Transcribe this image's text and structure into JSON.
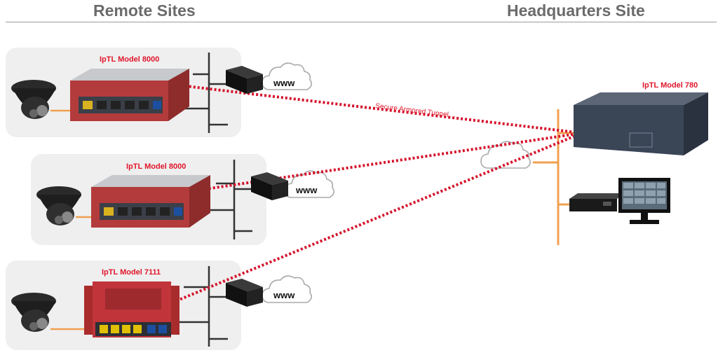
{
  "headers": {
    "remote": "Remote Sites",
    "hq": "Headquarters Site"
  },
  "remote_sites": [
    {
      "model_label": "IpTL Model 8000",
      "internet_label": "www"
    },
    {
      "model_label": "IpTL Model 8000",
      "internet_label": "www"
    },
    {
      "model_label": "IpTL Model 7111",
      "internet_label": "www"
    }
  ],
  "hq": {
    "model_label": "IpTL Model 780"
  },
  "tunnel": {
    "label": "Secure Armored Tunnel"
  },
  "colors": {
    "header_text": "#6b6b6b",
    "model_label": "#e0162b",
    "tunnel_line": "#d5112a",
    "network_line": "#f0a050",
    "panel_bg": "#efefef",
    "router_body": "#b33b3b",
    "hq_device": "#3a4556"
  },
  "icons": [
    "dome-camera-icon",
    "poe-switch-icon",
    "modem-icon",
    "cloud-icon",
    "hq-router-icon",
    "nvr-icon",
    "monitor-icon"
  ]
}
